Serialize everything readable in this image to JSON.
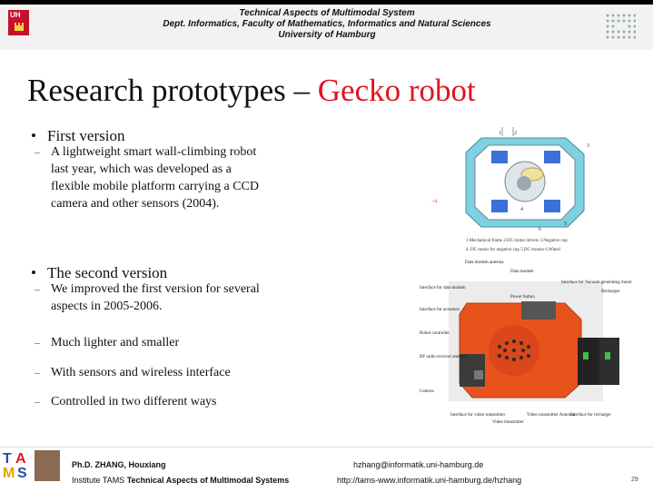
{
  "header": {
    "line1": "Technical Aspects of Multimodal System",
    "line2": "Dept. Informatics, Faculty of Mathematics, Informatics and Natural Sciences",
    "line3": "University of Hamburg",
    "logo_text": "UH"
  },
  "title": {
    "main": "Research prototypes – ",
    "accent": "Gecko robot"
  },
  "bullets": [
    {
      "label": "First version",
      "subs": [
        "A lightweight smart wall-climbing robot",
        "last year, which was developed as a",
        "flexible mobile platform carrying a CCD",
        "camera and other sensors (2004)."
      ]
    },
    {
      "label": "The second version",
      "subs": [
        "We improved the first version for several",
        "aspects  in 2005-2006.",
        "Much lighter and smaller",
        "With sensors and wireless interface",
        "Controlled in two different ways"
      ]
    }
  ],
  "figure1": {
    "labels": [
      "1",
      "2",
      "3",
      "4",
      "5",
      "6"
    ],
    "caption1": "1.Mechanical frame    2.DC motor drivers    3.Negative cup",
    "caption2": "4. DC motor for negative cup      5.DC motors  6.Wheel"
  },
  "figure2": {
    "labels": {
      "data_modem_antenna": "Data modem antenna",
      "data_modem": "Data modem",
      "power_button": "Power button",
      "interface_data_modem": "Interface for data modem",
      "interface_actuators": "Interface for actuators",
      "robot_controller": "Robot controller",
      "rf_radio": "RF radio receiver antenna",
      "camera": "Camera",
      "interface_vacuum": "Interface for Vacuum generating motor",
      "recharger": "Recharger",
      "interface_video": "Interface for video transmitter",
      "video_transmitter": "Video transmitter",
      "video_antenna": "Video transmitter Antenna",
      "interface_recharger": "Interface for recharger"
    }
  },
  "footer": {
    "tams": "TAMS",
    "name": "Ph.D. ZHANG, Houxiang",
    "institute_prefix": "Institute TAMS ",
    "institute_bold": "Technical Aspects of Multimodal Systems",
    "email": "hzhang@informatik.uni-hamburg.de",
    "url": "http://tams-www.informatik.uni-hamburg.de/hzhang",
    "page": "29"
  },
  "colors": {
    "accent": "#e0141e",
    "robot_orange": "#e8531c",
    "frame_cyan": "#7fd0e0"
  }
}
